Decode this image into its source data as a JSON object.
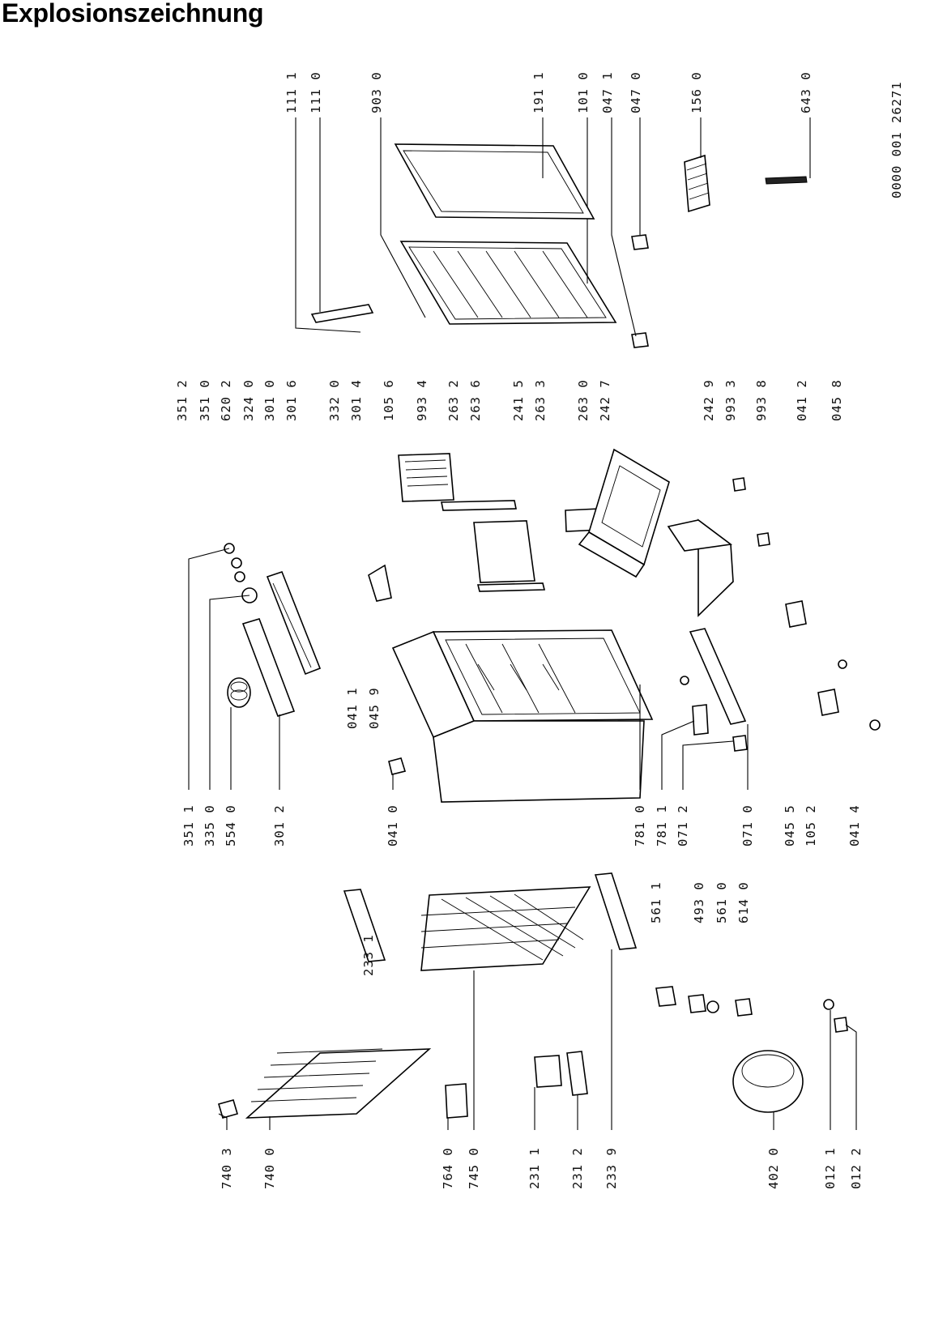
{
  "page": {
    "title": "Explosionszeichnung",
    "ref_code": "0000 001 26271"
  },
  "labels": [
    "111 1",
    "111 0",
    "903 0",
    "191 1",
    "101 0",
    "047 1",
    "047 0",
    "156 0",
    "643 0",
    "351 2",
    "351 0",
    "620 2",
    "324 0",
    "301 0",
    "301 6",
    "332 0",
    "301 4",
    "105 6",
    "993 4",
    "263 2",
    "263 6",
    "241 5",
    "263 3",
    "263 0",
    "242 7",
    "242 9",
    "993 3",
    "993 8",
    "041 2",
    "045 8",
    "351 1",
    "335 0",
    "554 0",
    "301 2",
    "041 1",
    "045 9",
    "041 0",
    "781 0",
    "781 1",
    "071 2",
    "071 0",
    "045 5",
    "105 2",
    "041 4",
    "233 1",
    "561 1",
    "493 0",
    "561 0",
    "614 0",
    "740 3",
    "740 0",
    "764 0",
    "745 0",
    "231 1",
    "231 2",
    "233 9",
    "402 0",
    "012 1",
    "012 2"
  ]
}
